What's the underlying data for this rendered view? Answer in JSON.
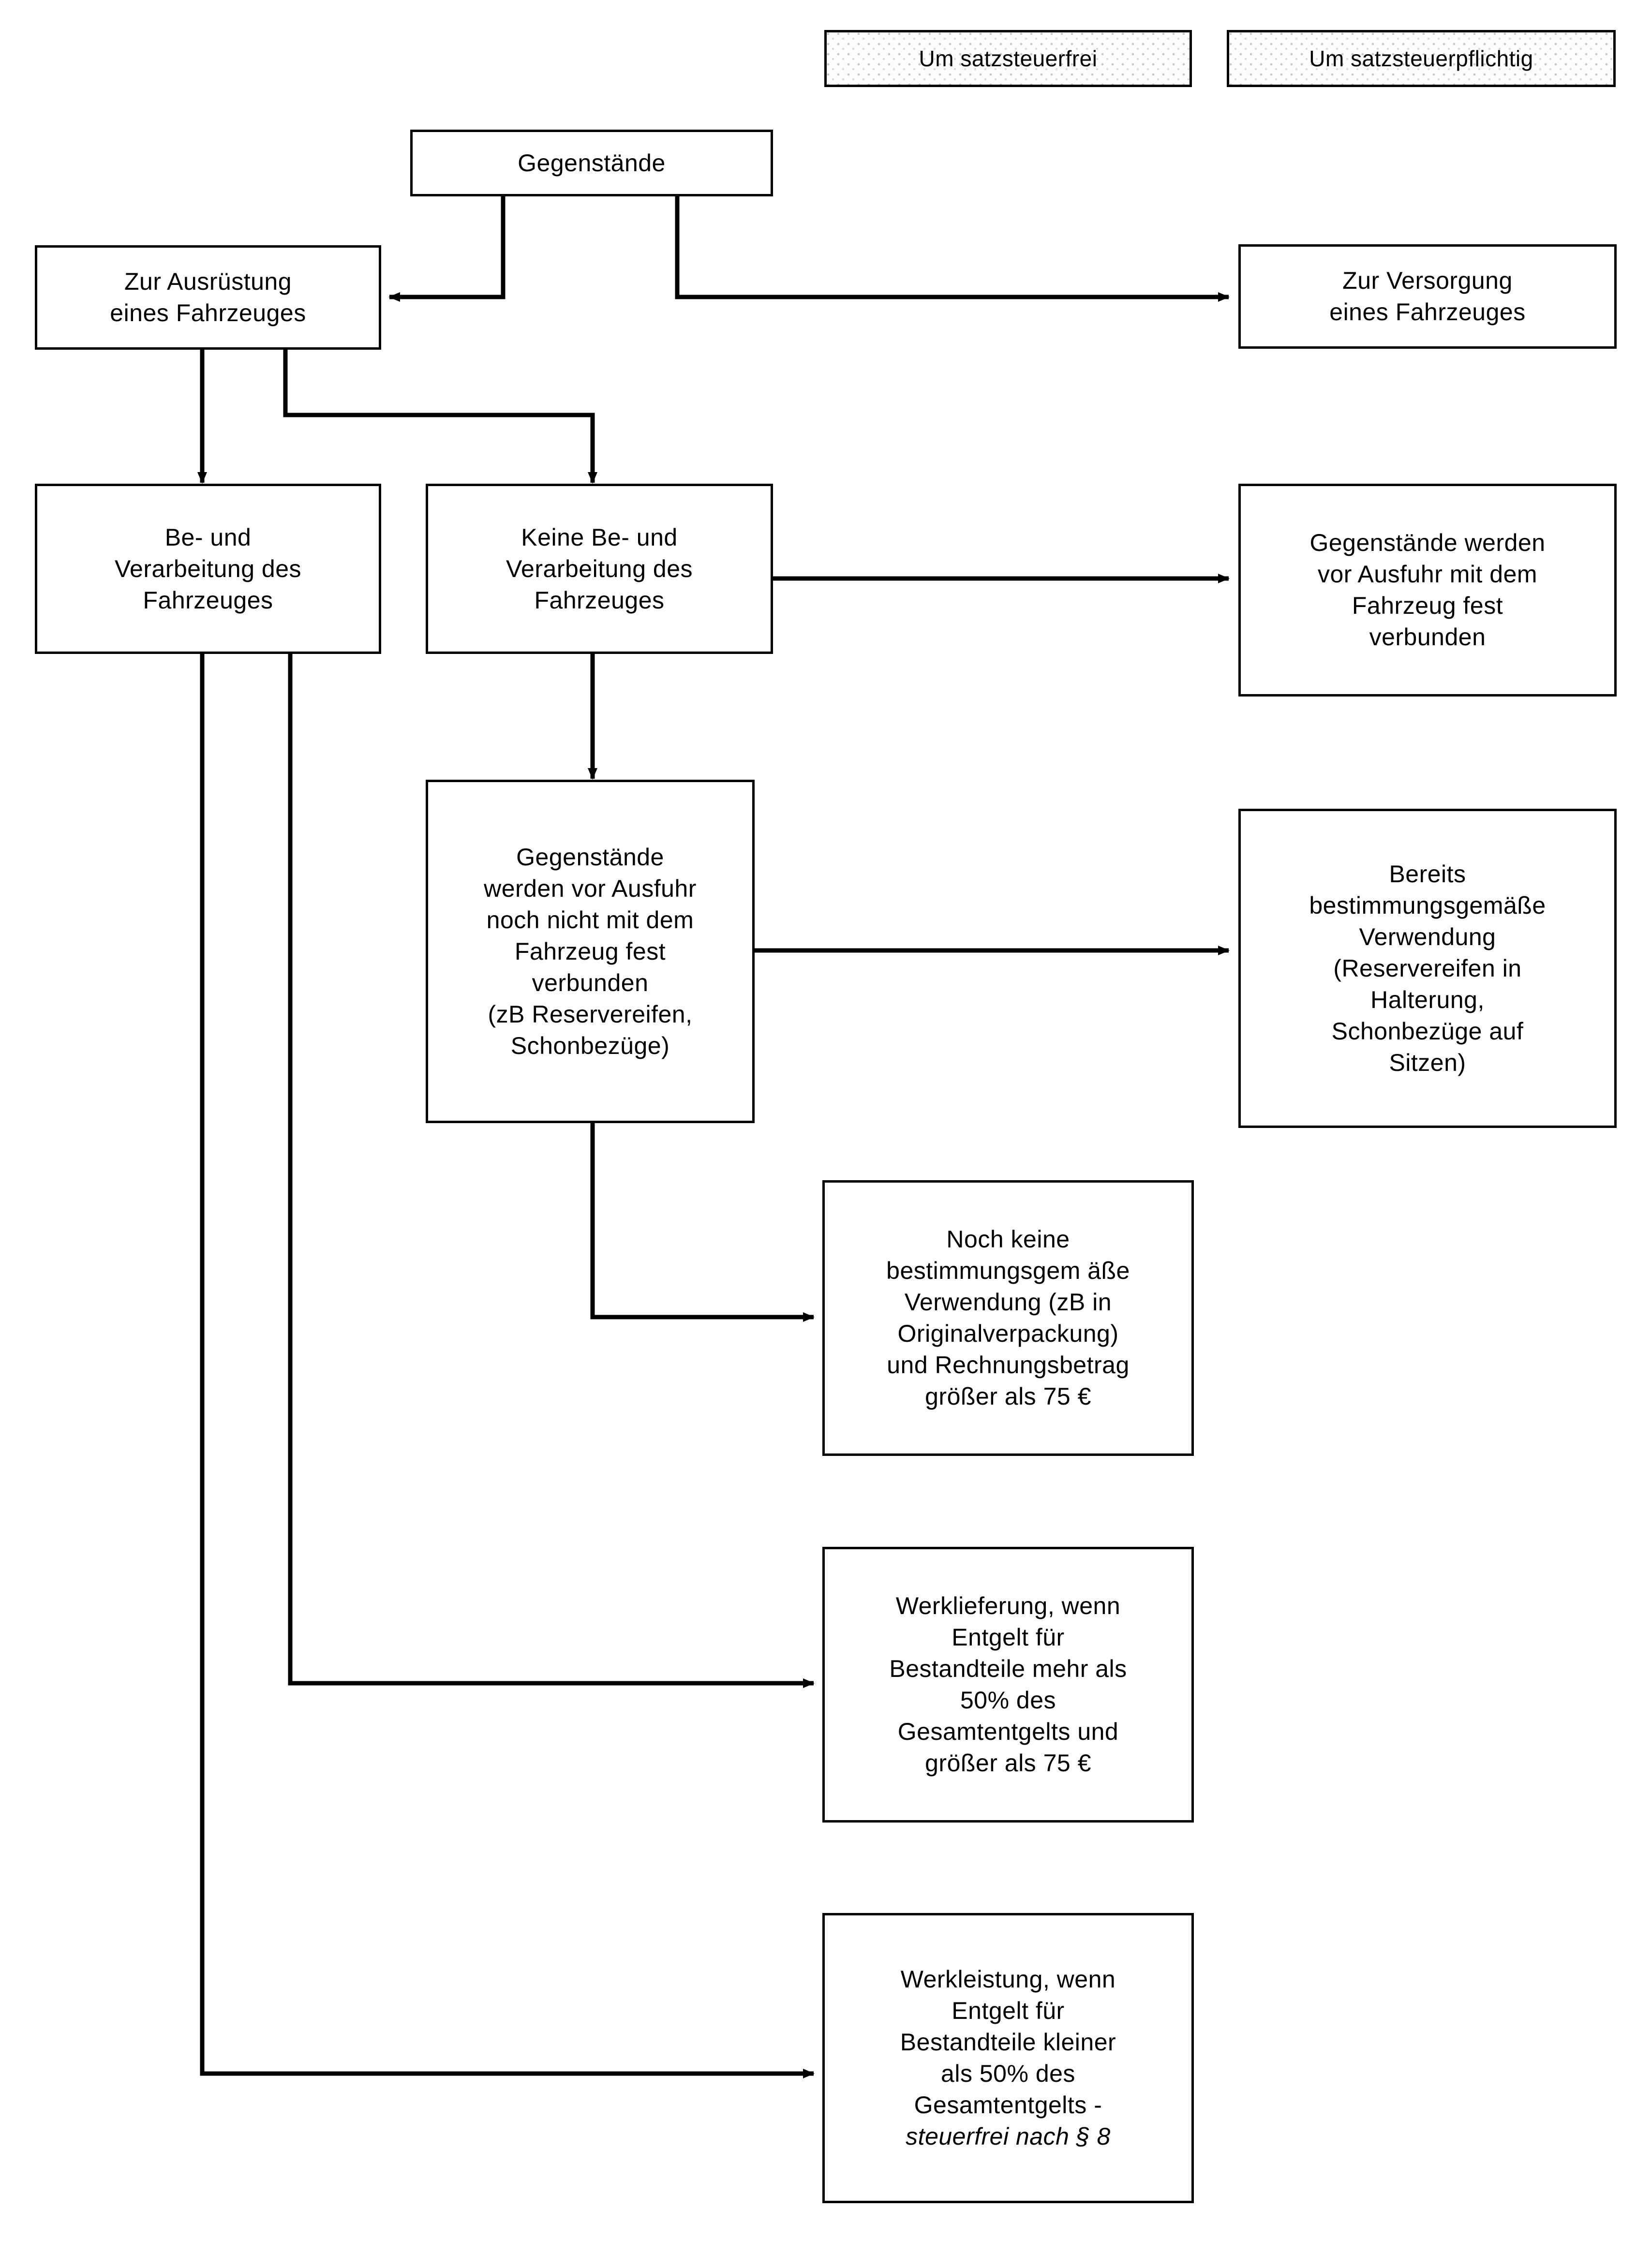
{
  "diagram": {
    "title_internal": "Umsatzsteuer bei Gegenstaenden zur Ausruestung oder Versorgung eines Fahrzeuges",
    "colors": {
      "line": "#000000",
      "box_border": "#000000",
      "box_fill": "#ffffff",
      "legend_pattern": "#cccccc"
    }
  },
  "legend": {
    "tax_free": "Um satzsteuerfrei",
    "tax_liable": "Um satzsteuerpflichtig"
  },
  "nodes": {
    "gegenstaende": "Gegenstände",
    "zur_ausruestung": "Zur Ausrüstung\neines Fahrzeuges",
    "zur_versorgung": "Zur Versorgung\neines Fahrzeuges",
    "be_und_verarbeitung": "Be- und\nVerarbeitung des\nFahrzeuges",
    "keine_be_und_verarbeitung": "Keine Be- und\nVerarbeitung des\nFahrzeuges",
    "fest_verbunden": "Gegenstände werden\nvor Ausfuhr mit dem\nFahrzeug fest\nverbunden",
    "noch_nicht_verbunden": "Gegenstände\nwerden vor Ausfuhr\nnoch nicht mit dem\nFahrzeug fest\nverbunden\n(zB Reservereifen,\nSchonbezüge)",
    "bereits_bestimmungsgemaess": "Bereits\nbestimmungsgemäße\nVerwendung\n(Reservereifen in\nHalterung,\nSchonbezüge auf\nSitzen)",
    "noch_keine_bestimmungsgemaess": "Noch keine\nbestimmungsgem äße\nVerwendung (zB in\nOriginalverpackung)\nund Rechnungsbetrag\ngrößer als 75 €",
    "werklieferung": "Werklieferung, wenn\nEntgelt für\nBestandteile mehr als\n50% des\nGesamtentgelts und\ngrößer als 75 €",
    "werkleistung_lines": "Werkleistung, wenn\nEntgelt für\nBestandteile kleiner\nals 50% des\nGesamtentgelts -",
    "werkleistung_italic": "steuerfrei nach § 8"
  }
}
